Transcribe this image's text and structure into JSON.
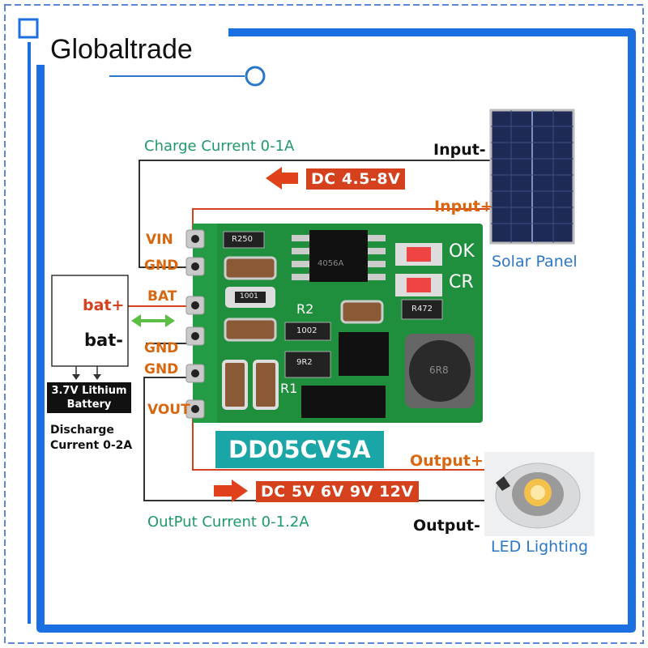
{
  "brand": "Globaltrade",
  "labels": {
    "charge_current": "Charge Current 0-1A",
    "input_range": "DC 4.5-8V",
    "input_minus": "Input-",
    "input_plus": "Input+",
    "solar_panel": "Solar Panel",
    "model": "DD05CVSA",
    "output_plus": "Output+",
    "output_range": "DC 5V 6V 9V 12V",
    "output_minus": "Output-",
    "output_current": "OutPut Current 0-1.2A",
    "led_lighting": "LED Lighting",
    "bat_plus": "bat+",
    "bat_minus": "bat-",
    "battery_line1": "3.7V Lithium",
    "battery_line2": "Battery",
    "discharge_line1": "Discharge",
    "discharge_line2": "Current 0-2A"
  },
  "pins": [
    "VIN",
    "GND",
    "BAT",
    "GND",
    "GND",
    "VOUT"
  ],
  "board": {
    "ok": "OK",
    "cr": "CR",
    "r2": "R2",
    "r1": "R1",
    "r250": "R250",
    "chip": "4056A",
    "c1001": "1001",
    "c1002": "1002",
    "c9r2": "9R2",
    "r472": "R472",
    "inductor": "6R8"
  },
  "colors": {
    "frame_blue": "#1c6fe0",
    "label_green": "#1e9a6a",
    "label_orange": "#d8670f",
    "badge_red": "#d5401d",
    "model_teal": "#1aa6a6",
    "pcb_green": "#1f8f3d",
    "arrow_red": "#e0401a",
    "arrow_green": "#5cbf43"
  }
}
